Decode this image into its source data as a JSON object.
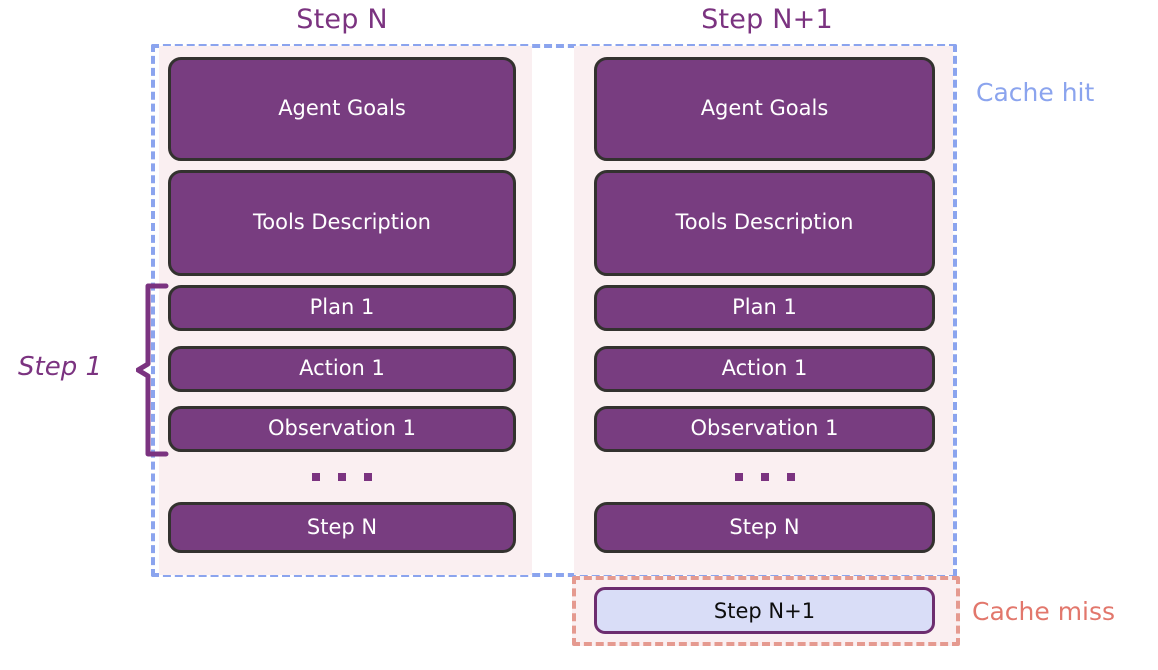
{
  "diagram": {
    "title_left": "Step N",
    "title_right": "Step N+1",
    "labels": {
      "cache_hit": "Cache hit",
      "cache_miss": "Cache miss",
      "step_one": "Step 1"
    },
    "colors": {
      "block_fill": "#783d80",
      "block_border": "#33322f",
      "block_text": "#ffffff",
      "column_background": "#faeff1",
      "cache_hit_dashed": "#8ba4ee",
      "cache_miss_dashed": "#e59a90",
      "cache_hit_text": "#8ba4ee",
      "cache_miss_text": "#e2776c",
      "title_text": "#7b3380",
      "new_step_fill": "#d9ddf7",
      "new_step_border": "#6d2d6f",
      "new_step_text": "#0d0d0d",
      "page_background": "#ffffff"
    },
    "column_step_n": {
      "blocks": [
        {
          "label": "Agent Goals"
        },
        {
          "label": "Tools Description"
        },
        {
          "label": "Plan 1"
        },
        {
          "label": "Action 1"
        },
        {
          "label": "Observation 1"
        },
        {
          "label": "Step N"
        }
      ],
      "ellipsis": "..."
    },
    "column_step_n_plus_1": {
      "blocks": [
        {
          "label": "Agent Goals"
        },
        {
          "label": "Tools Description"
        },
        {
          "label": "Plan 1"
        },
        {
          "label": "Action 1"
        },
        {
          "label": "Observation 1"
        },
        {
          "label": "Step N"
        }
      ],
      "ellipsis": "...",
      "new_block": {
        "label": "Step N+1"
      }
    }
  }
}
